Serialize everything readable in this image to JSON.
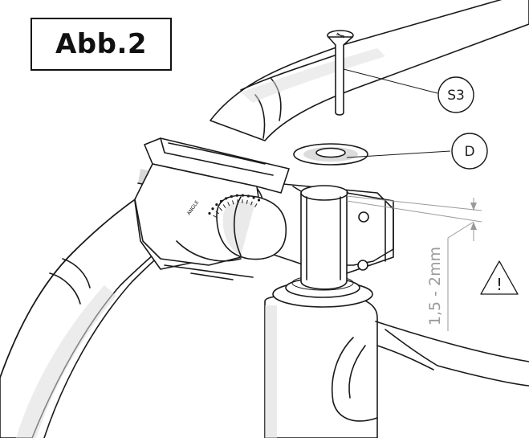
{
  "figure": {
    "title": "Abb.2",
    "callouts": [
      {
        "id": "screw",
        "label": "S3"
      },
      {
        "id": "washer",
        "label": "D"
      }
    ],
    "dimension_label": "1,5 - 2mm",
    "warning_symbol": "!"
  }
}
